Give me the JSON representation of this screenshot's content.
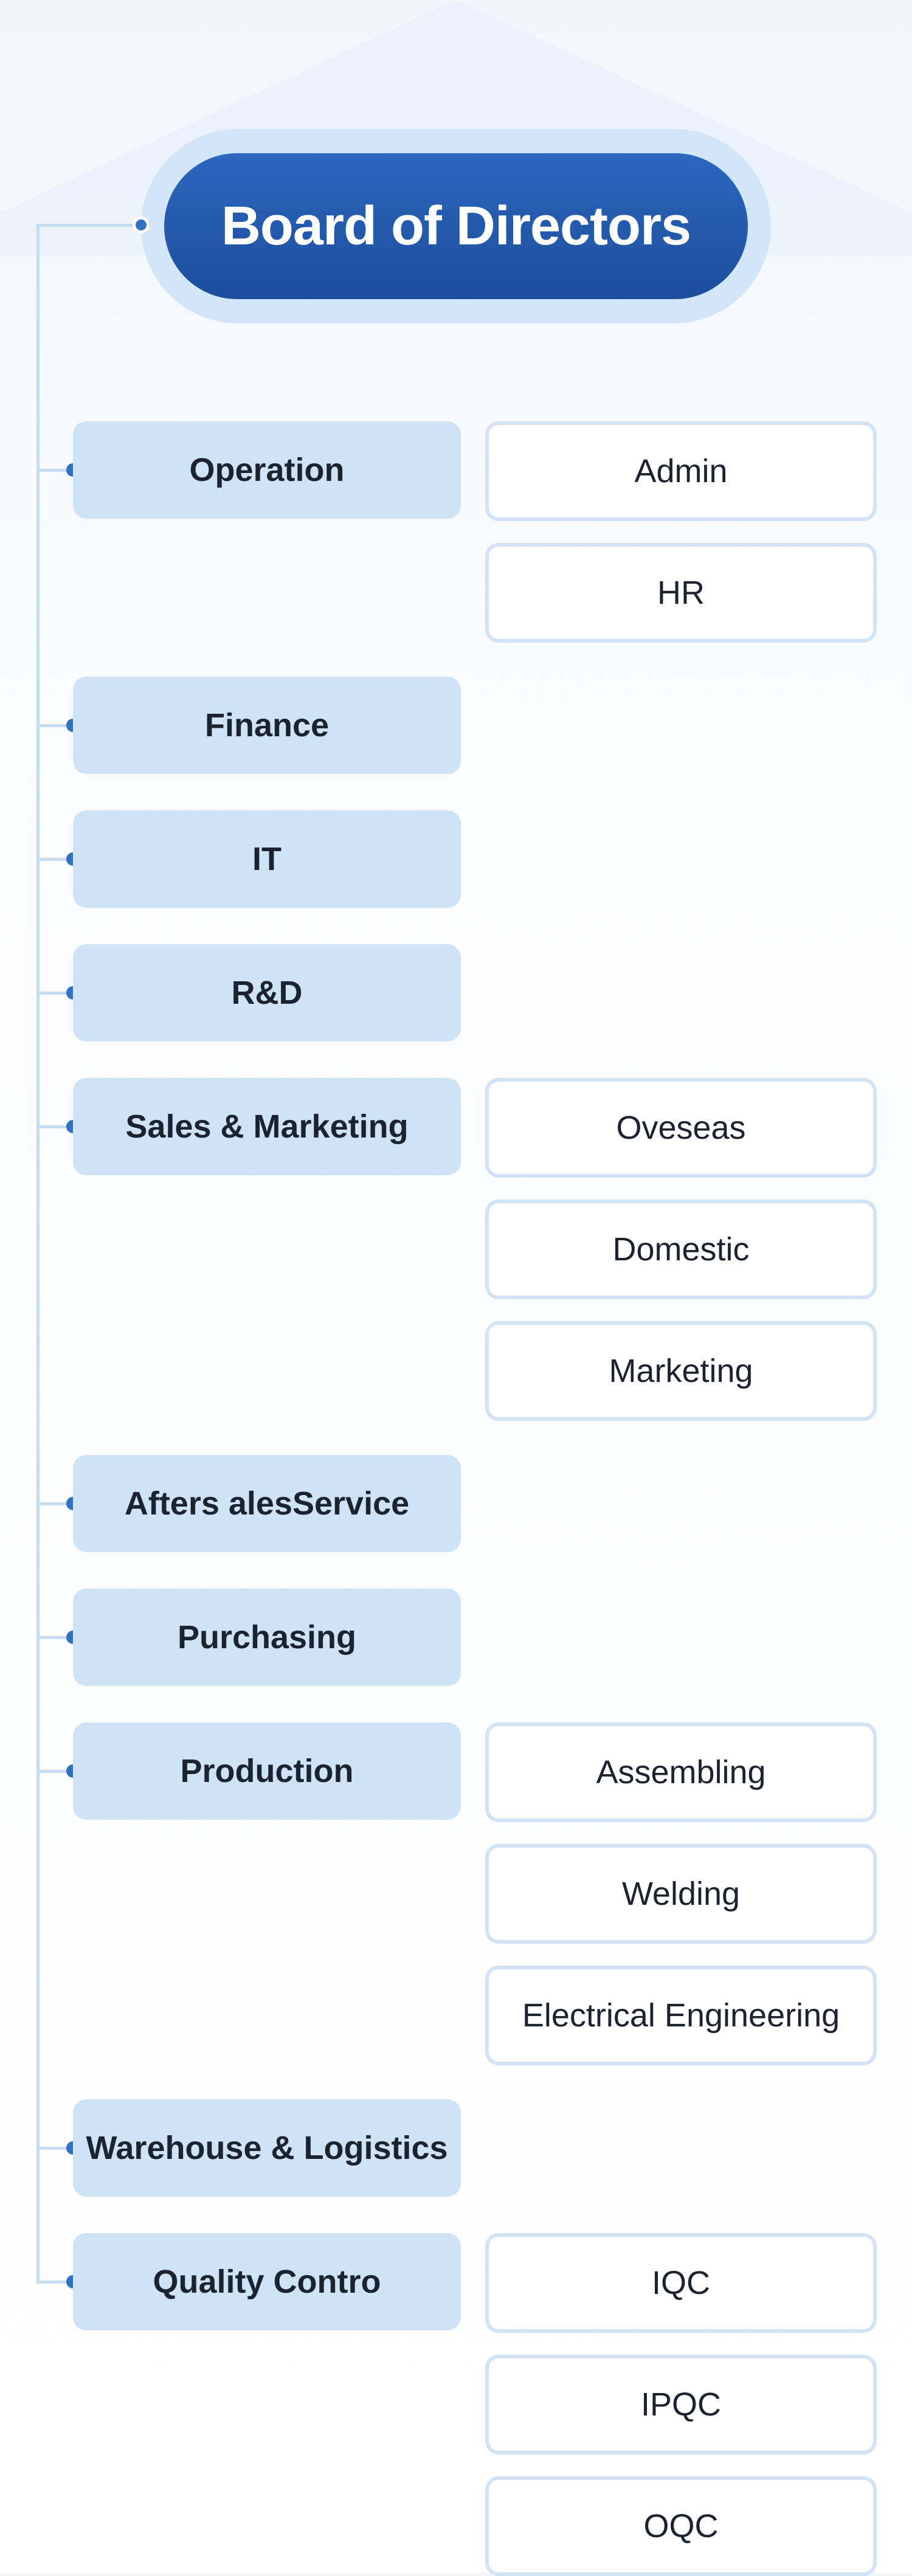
{
  "board": {
    "label": "Board of Directors"
  },
  "departments": [
    {
      "label": "Operation",
      "subunits": [
        "Admin",
        "HR"
      ]
    },
    {
      "label": "Finance",
      "subunits": []
    },
    {
      "label": "IT",
      "subunits": []
    },
    {
      "label": "R&D",
      "subunits": []
    },
    {
      "label": "Sales & Marketing",
      "subunits": [
        "Oveseas",
        "Domestic",
        "Marketing"
      ]
    },
    {
      "label": "Afters alesService",
      "subunits": []
    },
    {
      "label": "Purchasing",
      "subunits": []
    },
    {
      "label": "Production",
      "subunits": [
        "Assembling",
        "Welding",
        "Electrical Engineering"
      ]
    },
    {
      "label": "Warehouse & Logistics",
      "subunits": []
    },
    {
      "label": "Quality Contro",
      "subunits": [
        "IQC",
        "IPQC",
        "OQC"
      ]
    }
  ],
  "colors": {
    "accent_blue": "#2f72c4",
    "board_gradient_top": "#2c67be",
    "board_gradient_bottom": "#1c4d9c",
    "department_fill": "#cfe3f6",
    "subunit_border": "#d1e3f5",
    "connector": "#c6dcf1",
    "text": "#1c2330"
  }
}
